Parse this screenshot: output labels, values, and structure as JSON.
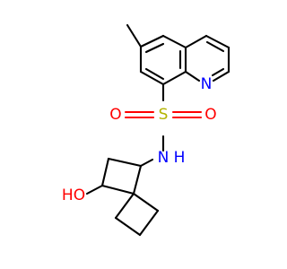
{
  "molecule": {
    "atom_labels": {
      "ring_nitrogen": "N",
      "sulfur": "S",
      "oxygen_upper": "O",
      "oxygen_lower": "O",
      "amide_nitrogen": "N",
      "amide_hydrogen": "H",
      "hydroxyl": "HO"
    },
    "colors": {
      "bond": "#000000",
      "nitrogen": "#0000ff",
      "oxygen": "#ff0000",
      "sulfur": "#b3b300",
      "carbon": "#000000"
    }
  }
}
